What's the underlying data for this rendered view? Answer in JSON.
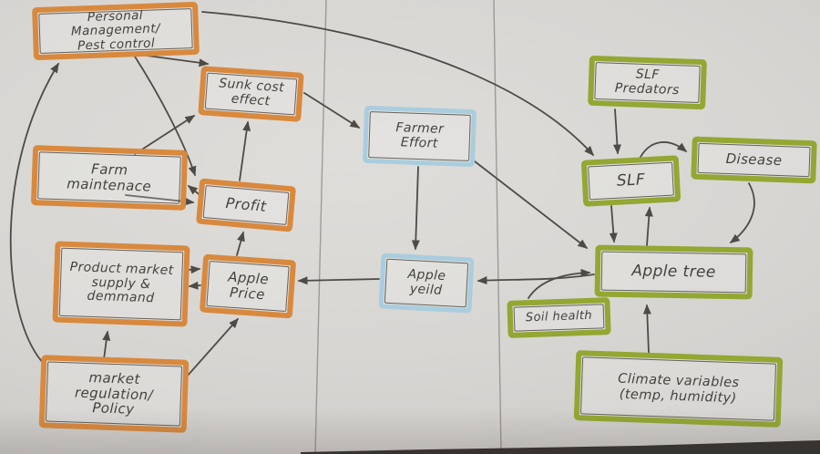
{
  "diagram": {
    "palette": {
      "orange": "#d8893e",
      "blue": "#a9cdde",
      "green": "#93a733",
      "ink": "#4e4b47",
      "paper": "#d7d5d2"
    },
    "nodes": [
      {
        "id": "personal-management",
        "label": "Personal\nManagement/\nPest control",
        "color": "orange"
      },
      {
        "id": "sunk-cost",
        "label": "Sunk cost\neffect",
        "color": "orange"
      },
      {
        "id": "farm-maintenace",
        "label": "Farm\nmaintenace",
        "color": "orange"
      },
      {
        "id": "profit",
        "label": "Profit",
        "color": "orange"
      },
      {
        "id": "product-market",
        "label": "Product market\nsupply &\ndemmand",
        "color": "orange"
      },
      {
        "id": "apple-price",
        "label": "Apple\nPrice",
        "color": "orange"
      },
      {
        "id": "market-regulation",
        "label": "market\nregulation/\nPolicy",
        "color": "orange"
      },
      {
        "id": "farmer-effort",
        "label": "Farmer\nEffort",
        "color": "blue"
      },
      {
        "id": "apple-yeild",
        "label": "Apple\nyeild",
        "color": "blue"
      },
      {
        "id": "slf-predators",
        "label": "SLF\nPredators",
        "color": "green"
      },
      {
        "id": "slf",
        "label": "SLF",
        "color": "green"
      },
      {
        "id": "disease",
        "label": "Disease",
        "color": "green"
      },
      {
        "id": "apple-tree",
        "label": "Apple tree",
        "color": "green"
      },
      {
        "id": "soil-health",
        "label": "Soil health",
        "color": "green"
      },
      {
        "id": "climate-variables",
        "label": "Climate variables\n(temp, humidity)",
        "color": "green"
      }
    ],
    "edges": [
      {
        "from": "market-regulation",
        "to": "personal-management"
      },
      {
        "from": "market-regulation",
        "to": "product-market"
      },
      {
        "from": "market-regulation",
        "to": "apple-price"
      },
      {
        "from": "product-market",
        "to": "apple-price"
      },
      {
        "from": "apple-price",
        "to": "product-market"
      },
      {
        "from": "apple-yeild",
        "to": "apple-price"
      },
      {
        "from": "apple-price",
        "to": "profit"
      },
      {
        "from": "profit",
        "to": "sunk-cost"
      },
      {
        "from": "farm-maintenace",
        "to": "profit"
      },
      {
        "from": "profit",
        "to": "farm-maintenace"
      },
      {
        "from": "farm-maintenace",
        "to": "sunk-cost"
      },
      {
        "from": "personal-management",
        "to": "sunk-cost"
      },
      {
        "from": "personal-management",
        "to": "profit"
      },
      {
        "from": "personal-management",
        "to": "slf"
      },
      {
        "from": "sunk-cost",
        "to": "farmer-effort"
      },
      {
        "from": "farmer-effort",
        "to": "apple-yeild"
      },
      {
        "from": "farmer-effort",
        "to": "apple-tree"
      },
      {
        "from": "apple-tree",
        "to": "apple-yeild"
      },
      {
        "from": "slf-predators",
        "to": "slf"
      },
      {
        "from": "slf",
        "to": "disease"
      },
      {
        "from": "disease",
        "to": "apple-tree"
      },
      {
        "from": "slf",
        "to": "apple-tree"
      },
      {
        "from": "apple-tree",
        "to": "slf"
      },
      {
        "from": "soil-health",
        "to": "apple-tree"
      },
      {
        "from": "climate-variables",
        "to": "apple-tree"
      }
    ]
  }
}
